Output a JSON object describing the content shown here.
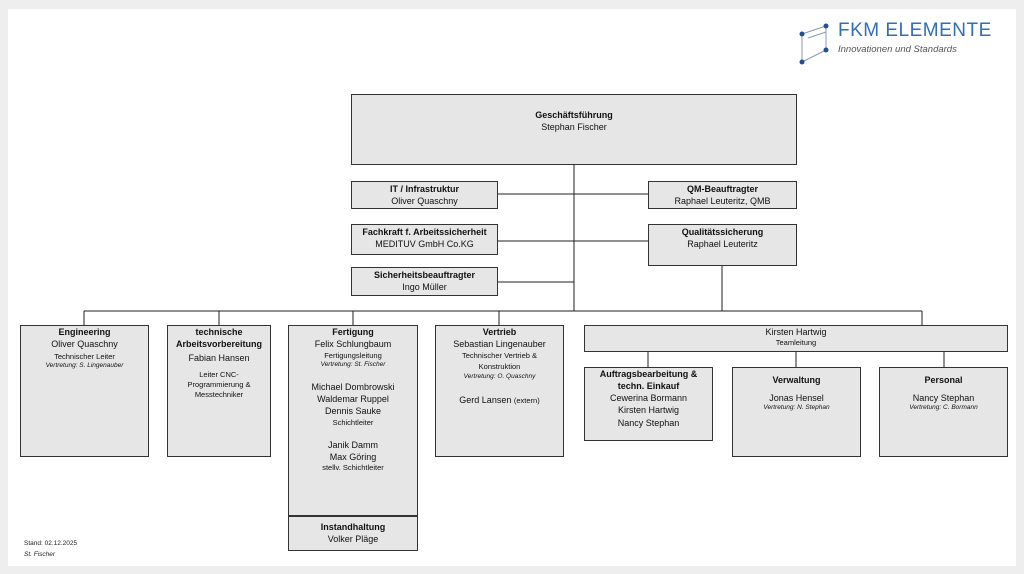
{
  "logo": {
    "title": "FKM ELEMENTE",
    "subtitle": "Innovationen und Standards",
    "accent": "#2f6fb6",
    "icon": "cube-logo-icon"
  },
  "top": {
    "title": "Geschäftsführung",
    "name": "Stephan Fischer"
  },
  "staff": {
    "it": {
      "title": "IT / Infrastruktur",
      "name": "Oliver Quaschny"
    },
    "qmb": {
      "title": "QM-Beauftragter",
      "name": "Raphael Leuteritz, QMB"
    },
    "fachkraft": {
      "title": "Fachkraft f. Arbeitssicherheit",
      "name": "MEDITUV GmbH Co.KG"
    },
    "qs": {
      "title": "Qualitätssicherung",
      "name": "Raphael Leuteritz"
    },
    "sicherheit": {
      "title": "Sicherheitsbeauftragter",
      "name": "Ingo Müller"
    }
  },
  "departments": {
    "engineering": {
      "title": "Engineering",
      "name": "Oliver Quaschny",
      "role": "Technischer Leiter",
      "deputy": "Vertretung: S. Lingenauber"
    },
    "av": {
      "title": "technische Arbeitsvorbereitung",
      "name": "Fabian Hansen",
      "role": "Leiter CNC-Programmierung & Messtechniker"
    },
    "fertigung": {
      "title": "Fertigung",
      "name": "Felix Schlungbaum",
      "role": "Fertigungsleitung",
      "deputy": "Vertretung: St. Fischer",
      "group1": [
        "Michael Dombrowski",
        "Waldemar Ruppel",
        "Dennis Sauke"
      ],
      "group1_role": "Schichtleiter",
      "group2": [
        "Janik Damm",
        "Max Göring"
      ],
      "group2_role": "stellv. Schichtleiter"
    },
    "instandhaltung": {
      "title": "Instandhaltung",
      "name": "Volker Pläge"
    },
    "vertrieb": {
      "title": "Vertrieb",
      "name": "Sebastian Lingenauber",
      "role": "Technischer Vertrieb & Konstruktion",
      "deputy": "Vertretung: O. Quaschny",
      "extra_name": "Gerd Lansen",
      "extra_note": "(extern)"
    },
    "team": {
      "name": "Kirsten Hartwig",
      "role": "Teamleitung"
    },
    "auftrag": {
      "title": "Auftragsbearbeitung & techn. Einkauf",
      "names": [
        "Cewerina Bormann",
        "Kirsten Hartwig",
        "Nancy Stephan"
      ]
    },
    "verwaltung": {
      "title": "Verwaltung",
      "name": "Jonas Hensel",
      "deputy": "Vertretung: N. Stephan"
    },
    "personal": {
      "title": "Personal",
      "name": "Nancy Stephan",
      "deputy": "Vertretung: C. Bormann"
    }
  },
  "footer": {
    "stand": "Stand: 02.12.2025",
    "author": "St. Fischer"
  }
}
